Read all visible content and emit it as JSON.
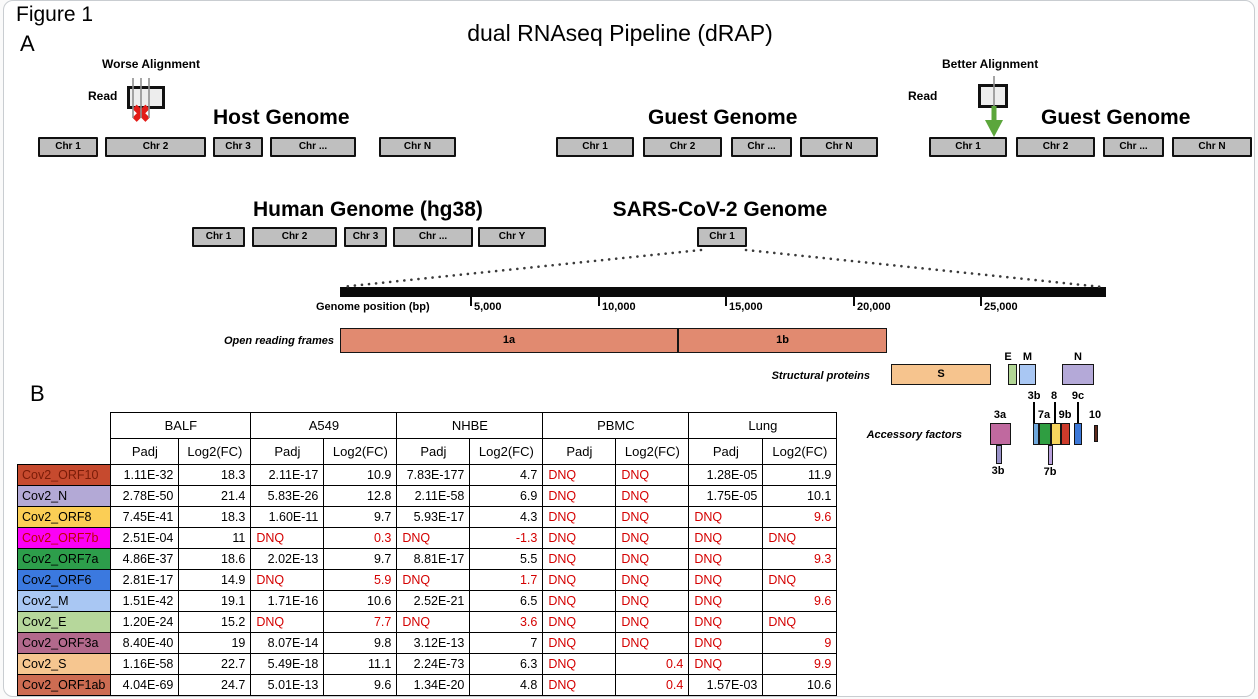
{
  "figure_label": "Figure 1",
  "panel_a_label": "A",
  "panel_b_label": "B",
  "title": "dual RNAseq Pipeline (dRAP)",
  "alignment_demo": {
    "worse_caption": "Worse Alignment",
    "better_caption": "Better Alignment",
    "read_label_worse": "Read",
    "read_label_better": "Read",
    "host_title": "Host Genome",
    "guest_title": "Guest Genome",
    "guest_title_right": "Guest Genome",
    "host_chromosomes": [
      "Chr 1",
      "Chr 2",
      "Chr 3",
      "Chr ...",
      "Chr N"
    ],
    "guest_chromosomes": [
      "Chr 1",
      "Chr 2",
      "Chr ...",
      "Chr N"
    ],
    "guest_right_chromosomes": [
      "Chr 1",
      "Chr 2",
      "Chr ...",
      "Chr N"
    ],
    "bad_mark_color": "#e31b17",
    "good_arrow_color": "#5ca63c"
  },
  "genomes": {
    "human_title": "Human Genome (hg38)",
    "human_chromosomes": [
      "Chr 1",
      "Chr 2",
      "Chr 3",
      "Chr ...",
      "Chr Y"
    ],
    "cov2_title": "SARS-CoV-2 Genome",
    "cov2_chromosomes": [
      "Chr 1"
    ]
  },
  "axis": {
    "label": "Genome position (bp)",
    "tick_labels": [
      "5,000",
      "10,000",
      "15,000",
      "20,000",
      "25,000"
    ]
  },
  "orf_track": {
    "label": "Open reading frames",
    "color": "#e18a70",
    "box_1a": "1a",
    "box_1b": "1b"
  },
  "structural": {
    "label": "Structural proteins",
    "s": {
      "label": "S",
      "color": "#f6c48e"
    },
    "e": {
      "label": "E",
      "color": "#b2d695"
    },
    "m": {
      "label": "M",
      "color": "#a9c7f3"
    },
    "n": {
      "label": "N",
      "color": "#b4a9d8"
    }
  },
  "accessory": {
    "label": "Accessory factors",
    "a3a": {
      "label": "3a",
      "color": "#c0699f"
    },
    "a3b_below": {
      "label": "3b",
      "color": "#9a93c9"
    },
    "a3b_top": {
      "label": "3b",
      "color": "#6fa8dc"
    },
    "a7a": {
      "label": "7a",
      "color": "#2f9e41"
    },
    "a7b": {
      "label": "7b",
      "color": "#b9a0dc"
    },
    "a8": {
      "label": "8",
      "color": "#f7d45e"
    },
    "a9b": {
      "label": "9b",
      "color": "#cc3b2b"
    },
    "a9c": {
      "label": "9c",
      "color": "#3c78d8"
    },
    "a10": {
      "label": "10",
      "color": "#5e2a1d"
    }
  },
  "table": {
    "groups": [
      "BALF",
      "A549",
      "NHBE",
      "PBMC",
      "Lung"
    ],
    "subheaders": [
      "Padj",
      "Log2(FC)"
    ],
    "dnq_color": "#d40000",
    "rows": [
      {
        "gene": "Cov2_ORF10",
        "bg": "#c64a2e",
        "fg": "#7a1c08",
        "cells": [
          {
            "v": "1.11E-32"
          },
          {
            "v": "18.3"
          },
          {
            "v": "2.11E-17"
          },
          {
            "v": "10.9"
          },
          {
            "v": "7.83E-177"
          },
          {
            "v": "4.7"
          },
          {
            "v": "DNQ",
            "r": 1
          },
          {
            "v": "DNQ",
            "r": 1
          },
          {
            "v": "1.28E-05"
          },
          {
            "v": "11.9"
          }
        ]
      },
      {
        "gene": "Cov2_N",
        "bg": "#b3a9d6",
        "fg": "#000000",
        "cells": [
          {
            "v": "2.78E-50"
          },
          {
            "v": "21.4"
          },
          {
            "v": "5.83E-26"
          },
          {
            "v": "12.8"
          },
          {
            "v": "2.11E-58"
          },
          {
            "v": "6.9"
          },
          {
            "v": "DNQ",
            "r": 1
          },
          {
            "v": "DNQ",
            "r": 1
          },
          {
            "v": "1.75E-05"
          },
          {
            "v": "10.1"
          }
        ]
      },
      {
        "gene": "Cov2_ORF8",
        "bg": "#fbce55",
        "fg": "#000000",
        "cells": [
          {
            "v": "7.45E-41"
          },
          {
            "v": "18.3"
          },
          {
            "v": "1.60E-11"
          },
          {
            "v": "9.7"
          },
          {
            "v": "5.93E-17"
          },
          {
            "v": "4.3"
          },
          {
            "v": "DNQ",
            "r": 1
          },
          {
            "v": "DNQ",
            "r": 1
          },
          {
            "v": "DNQ",
            "r": 1
          },
          {
            "v": "9.6",
            "r": 1
          }
        ]
      },
      {
        "gene": "Cov2_ORF7b",
        "bg": "#fb00f5",
        "fg": "#c00000",
        "cells": [
          {
            "v": "2.51E-04"
          },
          {
            "v": "11"
          },
          {
            "v": "DNQ",
            "r": 1
          },
          {
            "v": "0.3",
            "r": 1
          },
          {
            "v": "DNQ",
            "r": 1
          },
          {
            "v": "-1.3",
            "r": 1
          },
          {
            "v": "DNQ",
            "r": 1
          },
          {
            "v": "DNQ",
            "r": 1
          },
          {
            "v": "DNQ",
            "r": 1
          },
          {
            "v": "DNQ",
            "r": 1
          }
        ]
      },
      {
        "gene": "Cov2_ORF7a",
        "bg": "#2d9e4b",
        "fg": "#000000",
        "cells": [
          {
            "v": "4.86E-37"
          },
          {
            "v": "18.6"
          },
          {
            "v": "2.02E-13"
          },
          {
            "v": "9.7"
          },
          {
            "v": "8.81E-17"
          },
          {
            "v": "5.5"
          },
          {
            "v": "DNQ",
            "r": 1
          },
          {
            "v": "DNQ",
            "r": 1
          },
          {
            "v": "DNQ",
            "r": 1
          },
          {
            "v": "9.3",
            "r": 1
          }
        ]
      },
      {
        "gene": "Cov2_ORF6",
        "bg": "#3b79df",
        "fg": "#000000",
        "cells": [
          {
            "v": "2.81E-17"
          },
          {
            "v": "14.9"
          },
          {
            "v": "DNQ",
            "r": 1
          },
          {
            "v": "5.9",
            "r": 1
          },
          {
            "v": "DNQ",
            "r": 1
          },
          {
            "v": "1.7",
            "r": 1
          },
          {
            "v": "DNQ",
            "r": 1
          },
          {
            "v": "DNQ",
            "r": 1
          },
          {
            "v": "DNQ",
            "r": 1
          },
          {
            "v": "DNQ",
            "r": 1
          }
        ]
      },
      {
        "gene": "Cov2_M",
        "bg": "#a9c7f3",
        "fg": "#000000",
        "cells": [
          {
            "v": "1.51E-42"
          },
          {
            "v": "19.1"
          },
          {
            "v": "1.71E-16"
          },
          {
            "v": "10.6"
          },
          {
            "v": "2.52E-21"
          },
          {
            "v": "6.5"
          },
          {
            "v": "DNQ",
            "r": 1
          },
          {
            "v": "DNQ",
            "r": 1
          },
          {
            "v": "DNQ",
            "r": 1
          },
          {
            "v": "9.6",
            "r": 1
          }
        ]
      },
      {
        "gene": "Cov2_E",
        "bg": "#b6d79b",
        "fg": "#000000",
        "cells": [
          {
            "v": "1.20E-24"
          },
          {
            "v": "15.2"
          },
          {
            "v": "DNQ",
            "r": 1
          },
          {
            "v": "7.7",
            "r": 1
          },
          {
            "v": "DNQ",
            "r": 1
          },
          {
            "v": "3.6",
            "r": 1
          },
          {
            "v": "DNQ",
            "r": 1
          },
          {
            "v": "DNQ",
            "r": 1
          },
          {
            "v": "DNQ",
            "r": 1
          },
          {
            "v": "DNQ",
            "r": 1
          }
        ]
      },
      {
        "gene": "Cov2_ORF3a",
        "bg": "#b2698c",
        "fg": "#000000",
        "cells": [
          {
            "v": "8.40E-40"
          },
          {
            "v": "19"
          },
          {
            "v": "8.07E-14"
          },
          {
            "v": "9.8"
          },
          {
            "v": "3.12E-13"
          },
          {
            "v": "7"
          },
          {
            "v": "DNQ",
            "r": 1
          },
          {
            "v": "DNQ",
            "r": 1
          },
          {
            "v": "DNQ",
            "r": 1
          },
          {
            "v": "9",
            "r": 1
          }
        ]
      },
      {
        "gene": "Cov2_S",
        "bg": "#f6c690",
        "fg": "#000000",
        "cells": [
          {
            "v": "1.16E-58"
          },
          {
            "v": "22.7"
          },
          {
            "v": "5.49E-18"
          },
          {
            "v": "11.1"
          },
          {
            "v": "2.24E-73"
          },
          {
            "v": "6.3"
          },
          {
            "v": "DNQ",
            "r": 1
          },
          {
            "v": "0.4",
            "r": 1
          },
          {
            "v": "DNQ",
            "r": 1
          },
          {
            "v": "9.9",
            "r": 1
          }
        ]
      },
      {
        "gene": "Cov2_ORF1ab",
        "bg": "#cd6c52",
        "fg": "#000000",
        "cells": [
          {
            "v": "4.04E-69"
          },
          {
            "v": "24.7"
          },
          {
            "v": "5.01E-13"
          },
          {
            "v": "9.6"
          },
          {
            "v": "1.34E-20"
          },
          {
            "v": "4.8"
          },
          {
            "v": "DNQ",
            "r": 1
          },
          {
            "v": "0.4",
            "r": 1
          },
          {
            "v": "1.57E-03"
          },
          {
            "v": "10.6"
          }
        ]
      }
    ]
  }
}
